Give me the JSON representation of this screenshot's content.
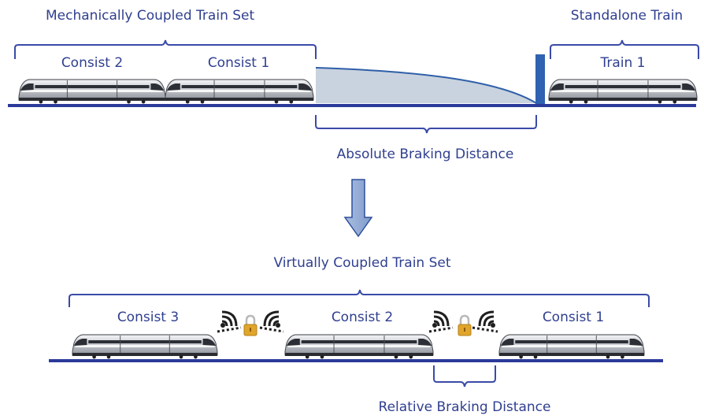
{
  "top": {
    "title": "Mechanically Coupled Train Set",
    "consists": [
      "Consist 2",
      "Consist 1"
    ],
    "standalone_title": "Standalone Train",
    "standalone_train": "Train 1",
    "braking_label": "Absolute Braking Distance"
  },
  "bottom": {
    "title": "Virtually Coupled Train Set",
    "consists": [
      "Consist 3",
      "Consist 2",
      "Consist 1"
    ],
    "braking_label": "Relative Braking Distance"
  },
  "colors": {
    "text": "#2f3f8f",
    "bracket": "#3a4aa8",
    "track": "#2b3a9a",
    "braking_area": "#c9d3df",
    "braking_curve": "#2f5fa8",
    "block": "#2f62b0",
    "arrow_fill": "#93acd6",
    "arrow_stroke": "#2f4f9a",
    "lock": "#e0a52b"
  },
  "icons": [
    "train-icon",
    "wireless-signal-icon",
    "padlock-icon",
    "down-arrow-icon"
  ]
}
